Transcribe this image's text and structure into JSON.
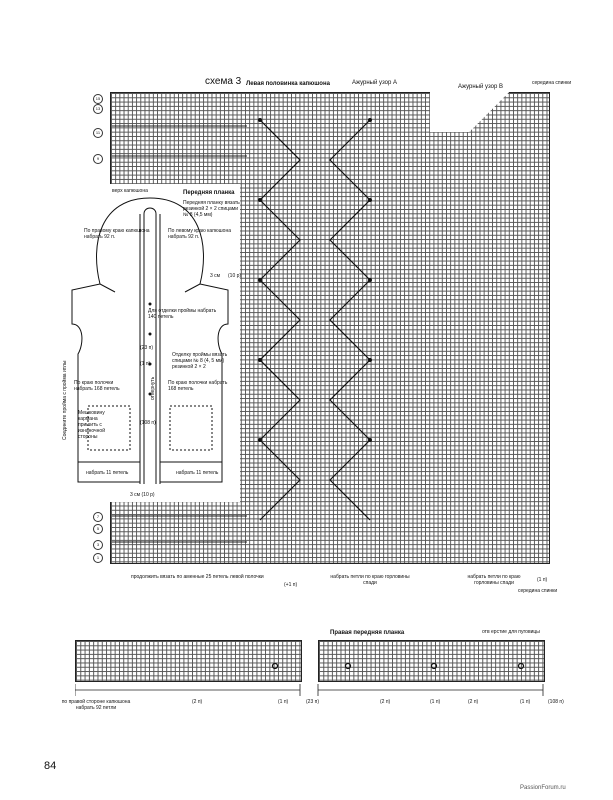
{
  "scheme": {
    "label": "схема 3",
    "title": "Левая половинка капюшона",
    "pattern_a": "Ажурный узор А",
    "pattern_b": "Ажурный узор В",
    "middle_back": "середина спинки"
  },
  "garment": {
    "hood_top": "верх капюшона",
    "front_band_title": "Передняя планка",
    "front_band_note": "Передняя планку вязать резинкой 2 × 2 спицами № 8 (4,5 мм)",
    "right_neck": "По правому краю капюшона набрать 92 п.",
    "left_neck": "По левому краю капюшона набрать 92 п.",
    "armhole_note": "Для отделки проймы набрать 140 петель",
    "armhole_finish": "Отделку проймы вязать спицами № 8 (4, 5 мм) резинкой 2 × 2",
    "cm3_top": "3 см",
    "size_10": "(10 р)",
    "sew_pocket": "Соедините пройма с пройма итлы",
    "fold": "отвернуть",
    "right_edge_pick": "По краю полочки набрать 168 петель",
    "left_edge_pick": "По краю полочки набрать 168 петель",
    "pocket_label": "Мешковину кармана пришить с изнаночной стороны",
    "count_108": "(108 п)",
    "count_23": "(23 п)",
    "count_1": "(1 п)",
    "cast_11_left": "набрать 11 петель",
    "cast_11_right": "набрать 11 петель",
    "cm3_bottom": "3 см (10 р)"
  },
  "markers": {
    "row_numbers": [
      "15",
      "13",
      "11",
      "9",
      "7",
      "5",
      "3",
      "1"
    ]
  },
  "bottom_notes": {
    "continue_knit": "продолжить вязать по аменные 25 петель левой полочки",
    "plus1": "(+1 п)",
    "pick_loops": "набрать петли по краю горловины спади",
    "pick_loops_right": "набрать петли по краю горловины спади",
    "one_loop": "(1 п)",
    "middle_back_bottom": "середина спинки"
  },
  "right_band": {
    "title": "Правая передняя планка",
    "buttonholes": "отв ерстие для пуговицы",
    "neck_note": "по правой стороне капюшона набрать 92 петли",
    "c2a": "(2 п)",
    "c1a": "(1 п)",
    "c23": "(23 п)",
    "c2b": "(2 п)",
    "c1b": "(1 п)",
    "c2c": "(2 п)",
    "c1c": "(1 п)",
    "c108": "(108 п)"
  },
  "footer": {
    "page": "84",
    "watermark": "PassionForum.ru"
  }
}
